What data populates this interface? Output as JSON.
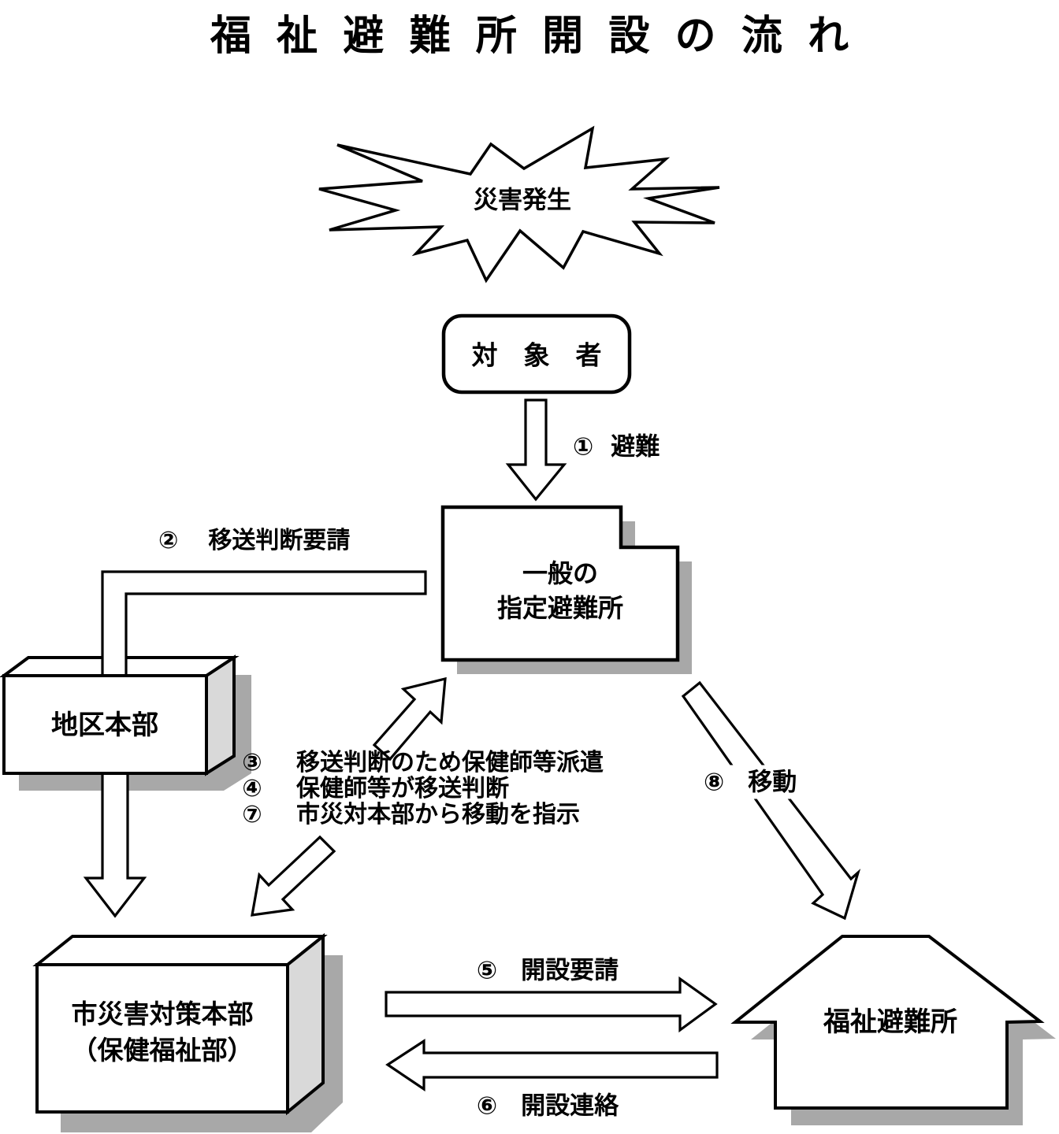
{
  "page": {
    "title": "福祉避難所開設の流れ"
  },
  "colors": {
    "line": "#000000",
    "fill": "#ffffff",
    "shadow": "#a8a8a8",
    "side_face": "#d9d9d9"
  },
  "nodes": {
    "disaster": {
      "label": "災害発生"
    },
    "target": {
      "label": "対　象　者"
    },
    "general_shelter": {
      "line1": "一般の",
      "line2": "指定避難所"
    },
    "district_hq": {
      "label": "地区本部"
    },
    "city_hq": {
      "line1": "市災害対策本部",
      "line2": "（保健福祉部）"
    },
    "welfare_shelter": {
      "label": "福祉避難所"
    }
  },
  "annotations": {
    "evacuate": {
      "num": "①",
      "label": "避難"
    },
    "transfer_request": {
      "num": "②",
      "label": "移送判断要請"
    },
    "steps_347": [
      {
        "num": "③",
        "label": "移送判断のため保健師等派遣"
      },
      {
        "num": "④",
        "label": "保健師等が移送判断"
      },
      {
        "num": "⑦",
        "label": "市災対本部から移動を指示"
      }
    ],
    "open_request": {
      "num": "⑤",
      "label": "開設要請"
    },
    "open_notice": {
      "num": "⑥",
      "label": "開設連絡"
    },
    "move": {
      "num": "⑧",
      "label": "移動"
    }
  }
}
